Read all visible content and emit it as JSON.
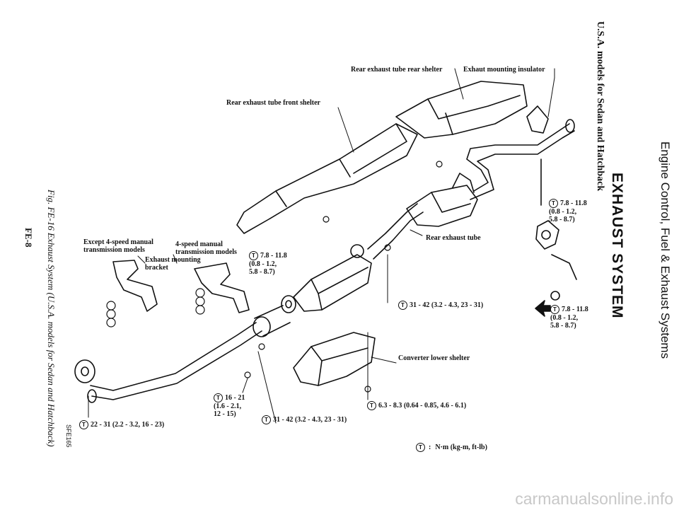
{
  "header": {
    "section": "Engine Control, Fuel & Exhaust Systems",
    "title": "EXHAUST SYSTEM",
    "subtitle": "U.S.A. models for Sedan and Hatchback"
  },
  "caption": "Fig. FE-16 Exhaust System (U.S.A. models for Sedan and Hatchback)",
  "code": "SFE165",
  "page_id": "FE-8",
  "labels": {
    "rear_shelter": "Rear exhaust tube rear shelter",
    "insulator": "Exhaut mounting insulator",
    "front_shelter": "Rear exhaust tube front shelter",
    "rear_tube": "Rear exhaust tube",
    "except_models": "Except 4-speed manual\ntransmission models",
    "fourspeed_models": "4-speed manual\ntransmission models",
    "mounting_bracket": "Exhaust mounting\nbracket",
    "converter_shelter": "Converter lower shelter"
  },
  "torques": {
    "t_right_top": "7.8 - 11.8\n(0.8 - 1.2,\n5.8 - 8.7)",
    "t_right_mid": "7.8 - 11.8\n(0.8 - 1.2,\n5.8 - 8.7)",
    "t_bracket": "7.8 - 11.8\n(0.8 - 1.2,\n5.8 - 8.7)",
    "t_flange": "31 - 42 (3.2 - 4.3, 23 - 31)",
    "t_shelter": "6.3 - 8.3 (0.64 - 0.85, 4.6 - 6.1)",
    "t_clamp": "16 - 21\n(1.6 - 2.1,\n12 - 15)",
    "t_front_flange": "31 - 42 (3.2 - 4.3, 23 - 31)",
    "t_front": "22 - 31 (2.2 - 3.2, 16 - 23)"
  },
  "units_legend": "N·m (kg-m, ft-lb)",
  "torque_symbol": "T",
  "watermark": "carmanualsonline.info"
}
